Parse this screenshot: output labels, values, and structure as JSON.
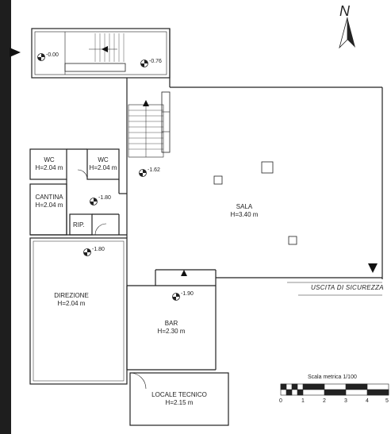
{
  "compass": {
    "label": "N",
    "icon": "north-arrow-icon"
  },
  "levels": {
    "entrance": "-0.00",
    "landing": "-0.76",
    "hall": "-1.62",
    "corridor": "-1.80",
    "direzione": "-1.80",
    "bar": "-1.90"
  },
  "rooms": {
    "wc1": {
      "name": "WC",
      "height": "H=2.04 m"
    },
    "wc2": {
      "name": "WC",
      "height": "H=2.04 m"
    },
    "cantina": {
      "name": "CANTINA",
      "height": "H=2.04 m"
    },
    "rip": {
      "name": "RIP."
    },
    "sala": {
      "name": "SALA",
      "height": "H=3.40 m"
    },
    "direzione": {
      "name": "DIREZIONE",
      "height": "H=2.04 m"
    },
    "bar": {
      "name": "BAR",
      "height": "H=2.30 m"
    },
    "locale_tecnico": {
      "name": "LOCALE TECNICO",
      "height": "H=2.15 m"
    }
  },
  "exit": {
    "label": "USCITA DI SICUREZZA"
  },
  "scale": {
    "title": "Scala metrica 1/100",
    "ticks": [
      "0",
      "1",
      "2",
      "3",
      "4",
      "5"
    ]
  },
  "colors": {
    "lines": "#222222",
    "background": "#ffffff",
    "strip": "#1e1e1e"
  }
}
